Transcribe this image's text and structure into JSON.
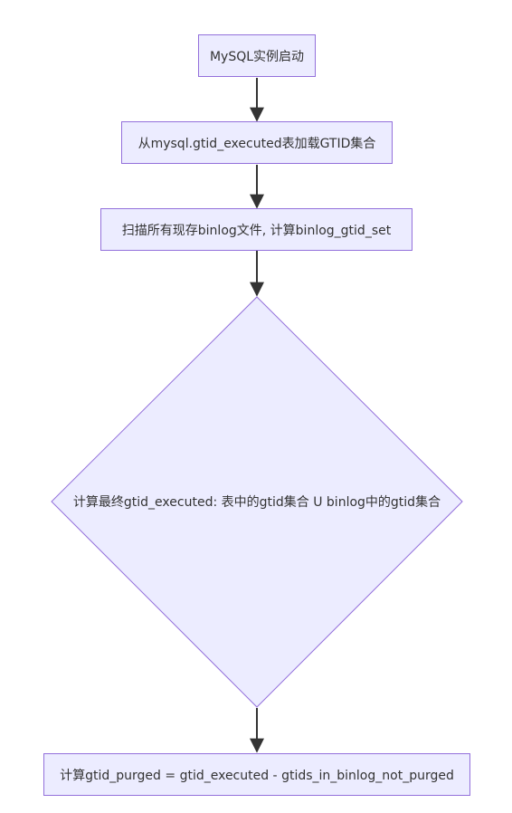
{
  "nodes": {
    "start": "MySQL实例启动",
    "load": "从mysql.gtid_executed表加载GTID集合",
    "scan": "扫描所有现存binlog文件, 计算binlog_gtid_set",
    "decision": "计算最终gtid_executed: 表中的gtid集合 U binlog中的gtid集合",
    "purged": "计算gtid_purged = gtid_executed - gtids_in_binlog_not_purged"
  },
  "colors": {
    "node_fill": "#ececff",
    "node_border": "#9370db",
    "arrow": "#333333",
    "text": "#333333"
  }
}
